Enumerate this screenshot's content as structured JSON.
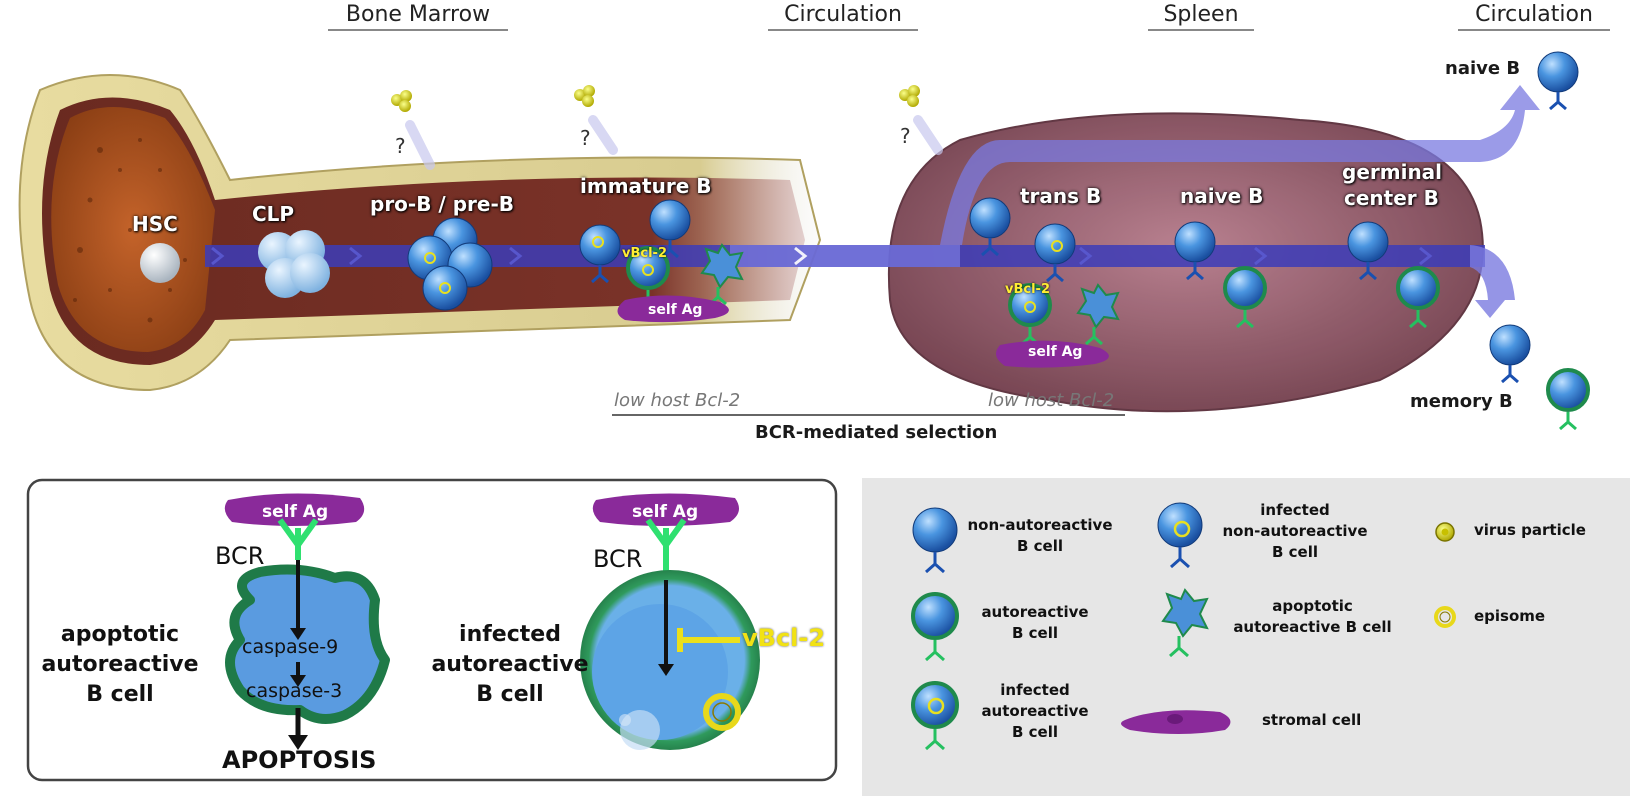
{
  "headers": {
    "bone_marrow": "Bone Marrow",
    "circulation_1": "Circulation",
    "spleen": "Spleen",
    "circulation_2": "Circulation"
  },
  "stages": {
    "hsc": "HSC",
    "clp": "CLP",
    "pro_pre_b": "pro-B / pre-B",
    "immature_b": "immature B",
    "trans_b": "trans B",
    "naive_b_spleen": "naive B",
    "germinal_line1": "germinal",
    "germinal_line2": "center B",
    "naive_b_circ": "naive B",
    "memory_b": "memory B"
  },
  "question_marks": [
    "?",
    "?",
    "?"
  ],
  "vbcl2_small": "vBcl-2",
  "self_ag": "self Ag",
  "low_host_bcl2": "low host Bcl-2",
  "bcr_selection": "BCR-mediated selection",
  "left_panel": {
    "self_ag": "self Ag",
    "bcr": "BCR",
    "caspase9": "caspase-9",
    "caspase3": "caspase-3",
    "apoptosis": "APOPTOSIS",
    "title_l1": "apoptotic",
    "title_l2": "autoreactive",
    "title_l3": "B cell",
    "infected_l1": "infected",
    "infected_l2": "autoreactive",
    "infected_l3": "B cell",
    "vbcl2": "vBcl-2"
  },
  "legend": {
    "nonauto_l1": "non-autoreactive",
    "nonauto_l2": "B cell",
    "inf_nonauto_l1": "infected",
    "inf_nonauto_l2": "non-autoreactive",
    "inf_nonauto_l3": "B cell",
    "virus": "virus particle",
    "auto_l1": "autoreactive",
    "auto_l2": "B cell",
    "apop_l1": "apoptotic",
    "apop_l2": "autoreactive B cell",
    "episome": "episome",
    "inf_auto_l1": "infected",
    "inf_auto_l2": "autoreactive",
    "inf_auto_l3": "B cell",
    "stromal": "stromal cell"
  },
  "colors": {
    "blue_cell": "#3a7fd0",
    "green_ring": "#2a9a5a",
    "virus_yellow": "#e0e020",
    "stromal_purple": "#8a2a9a",
    "bone_marrow": "#a5501e",
    "spleen": "#9b5e6e",
    "flow_arrow": "#5a5ad8"
  }
}
